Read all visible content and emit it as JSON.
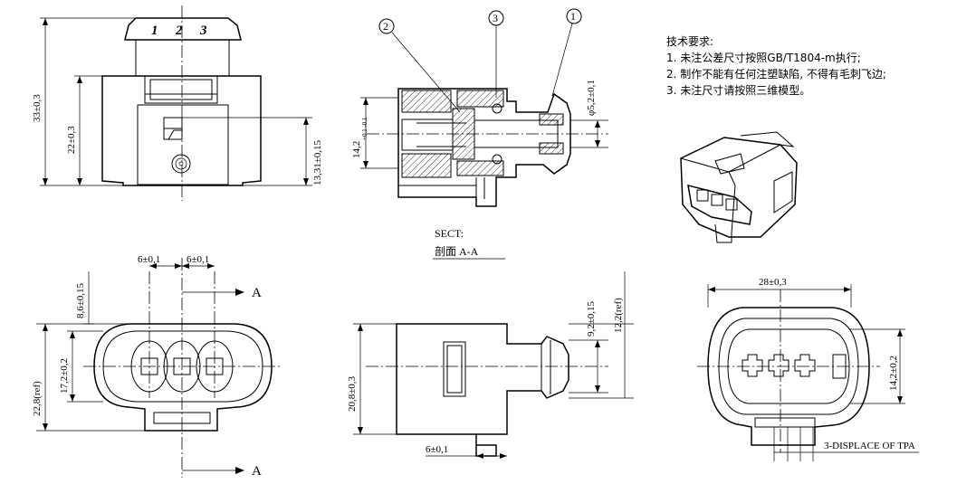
{
  "notes": {
    "title": "技术要求:",
    "lines": [
      "1. 未注公差尺寸按照GB/T1804-m执行;",
      "2. 制作不能有任何注塑缺陷, 不得有毛刺飞边;",
      "3. 未注尺寸请按照三维模型。"
    ]
  },
  "section": {
    "label_en": "SECT:",
    "label_cn": "剖面  A-A",
    "balloons": [
      "2",
      "3",
      "1"
    ]
  },
  "front_view": {
    "pin_numbers": [
      "1",
      "2",
      "3"
    ],
    "dims": {
      "height_total": "33±0,3",
      "height_body": "22±0,3",
      "height_window": "13,31±0,15"
    }
  },
  "section_view": {
    "dims": {
      "left_height": "14,2",
      "left_tol": "+0,1 -0,1",
      "diameter": "φ5,2±0,1"
    }
  },
  "mating_face": {
    "dims": {
      "pitch_left": "6±0,1",
      "pitch_right": "6±0,1",
      "top_offset": "8,6±0,15",
      "inner_height": "17,2±0,2",
      "outer_height": "22,8(ref)"
    },
    "cut_marks": [
      "A",
      "A"
    ]
  },
  "side_view": {
    "dims": {
      "height": "20,8±0,3",
      "width_a": "9,2±0,15",
      "width_b": "12,2(ref)",
      "bottom": "6±0,1"
    }
  },
  "rear_view": {
    "dims": {
      "width": "28±0,3",
      "height": "14,2±0,2"
    },
    "tpa_label": "3-DISPLACE OF TPA"
  }
}
